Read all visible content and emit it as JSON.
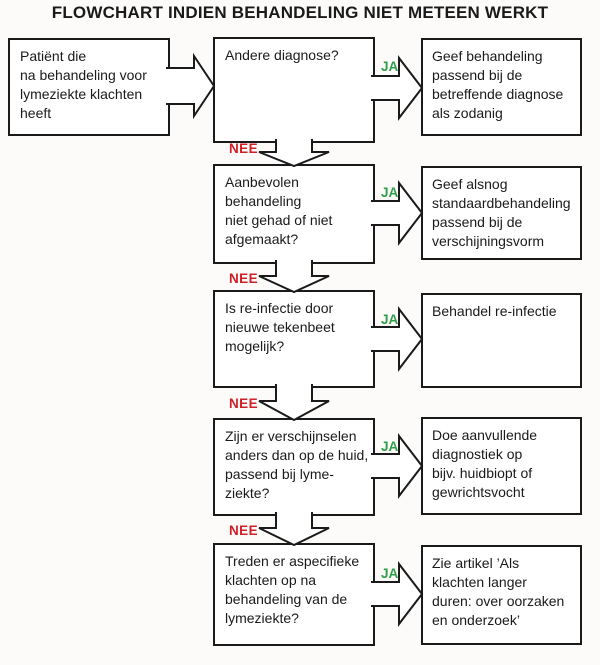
{
  "title": "FLOWCHART INDIEN BEHANDELING NIET METEEN WERKT",
  "labels": {
    "yes": "JA",
    "no": "NEE"
  },
  "colors": {
    "yes": "#2f9e48",
    "no": "#cf2027",
    "ink": "#1a1a1a"
  },
  "start": {
    "text": "Patiënt die\nna behandeling voor\nlymeziekte klachten\nheeft"
  },
  "rows": [
    {
      "question": "Andere diagnose?",
      "answer": "Geef behandeling\npassend bij de\nbetreffende diagnose\nals zodanig"
    },
    {
      "question": "Aanbevolen\nbehandeling\nniet gehad of niet\nafgemaakt?",
      "answer": "Geef alsnog\nstandaardbehandeling\npassend bij de\nverschijningsvorm"
    },
    {
      "question": "Is re-infectie door\nnieuwe tekenbeet\nmogelijk?",
      "answer": "Behandel re-infectie"
    },
    {
      "question": "Zijn er verschijnselen\nanders dan op de huid,\npassend bij lyme-\nziekte?",
      "answer": "Doe aanvullende\ndiagnostiek op\nbijv. huidbiopt of\ngewrichtsvocht"
    },
    {
      "question": "Treden er aspecifieke\nklachten op na\nbehandeling van de\nlymeziekte?",
      "answer": "Zie artikel ’Als\nklachten langer\nduren: over oorzaken\nen onderzoek’"
    }
  ]
}
